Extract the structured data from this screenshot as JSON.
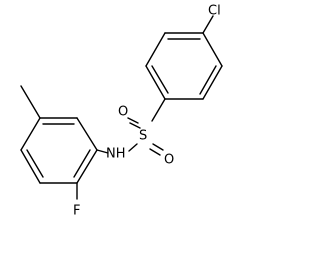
{
  "molecule": {
    "atoms": {
      "cl": "Cl",
      "s": "S",
      "o1": "O",
      "o2": "O",
      "nh": "NH",
      "f": "F"
    }
  },
  "colors": {
    "bond": "#000000",
    "text": "#000000",
    "background": "#ffffff"
  }
}
